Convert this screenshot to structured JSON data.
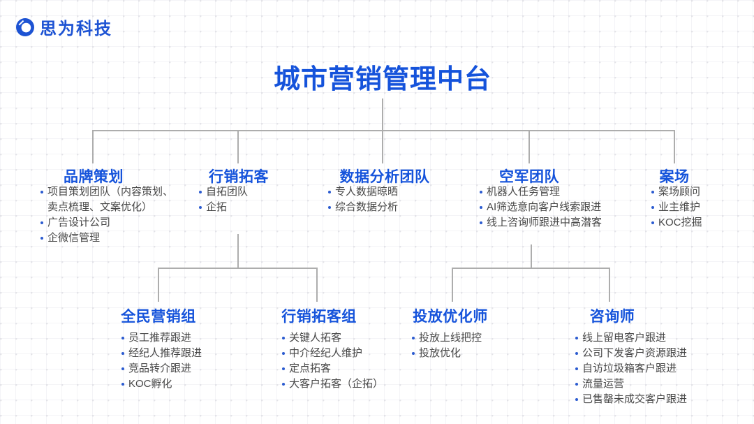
{
  "logo": {
    "text": "思为科技"
  },
  "title": "城市营销管理中台",
  "colors": {
    "accent": "#1553DB",
    "connector": "#ADADAD",
    "body_text": "#474747"
  },
  "level1": [
    {
      "heading": "品牌策划",
      "items": [
        "项目策划团队（内容策划、卖点梳理、文案优化）",
        "广告设计公司",
        "企微信管理"
      ]
    },
    {
      "heading": "行销拓客",
      "items": [
        "自拓团队",
        "企拓"
      ]
    },
    {
      "heading": "数据分析团队",
      "items": [
        "专人数据晾晒",
        "综合数据分析"
      ]
    },
    {
      "heading": "空军团队",
      "items": [
        "机器人任务管理",
        "AI筛选意向客户线索跟进",
        "线上咨询师跟进中高潜客"
      ]
    },
    {
      "heading": "案场",
      "items": [
        "案场顾问",
        "业主维护",
        "KOC挖掘"
      ]
    }
  ],
  "level2": [
    {
      "heading": "全民营销组",
      "parent": "行销拓客",
      "items": [
        "员工推荐跟进",
        "经纪人推荐跟进",
        "竞品转介跟进",
        "KOC孵化"
      ]
    },
    {
      "heading": "行销拓客组",
      "parent": "行销拓客",
      "items": [
        "关键人拓客",
        "中介经纪人维护",
        "定点拓客",
        "大客户拓客（企拓）"
      ]
    },
    {
      "heading": "投放优化师",
      "parent": "空军团队",
      "items": [
        "投放上线把控",
        "投放优化"
      ]
    },
    {
      "heading": "咨询师",
      "parent": "空军团队",
      "items": [
        "线上留电客户跟进",
        "公司下发客户资源跟进",
        "自访垃圾箱客户跟进",
        "流量运营",
        "已售罄未成交客户跟进"
      ]
    }
  ]
}
